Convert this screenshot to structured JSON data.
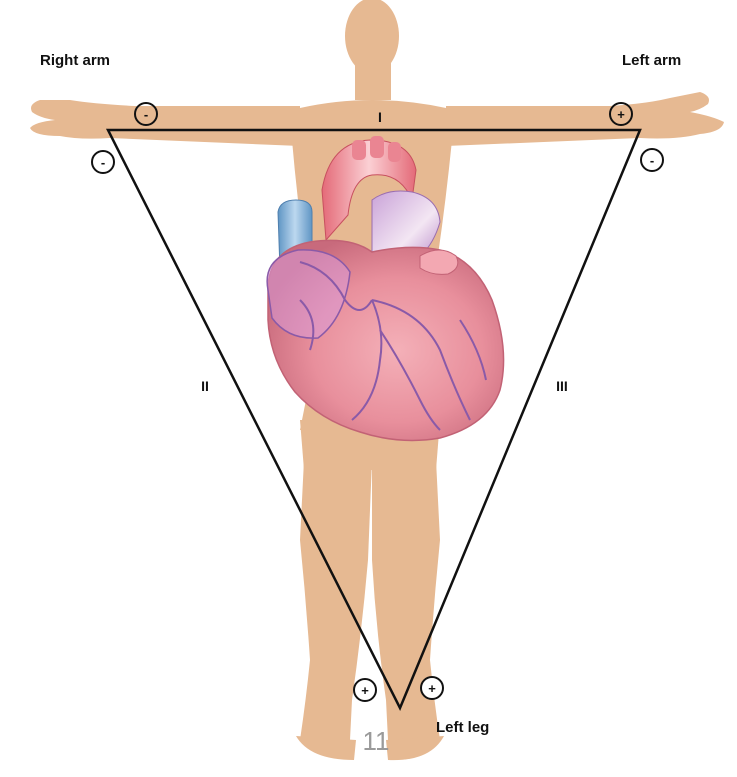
{
  "labels": {
    "right_arm": "Right arm",
    "left_arm": "Left arm",
    "left_leg": "Left leg"
  },
  "leads": {
    "lead1": "I",
    "lead2": "II",
    "lead3": "III"
  },
  "polarity": {
    "right_arm_upper": "-",
    "right_arm_lower": "-",
    "left_arm_upper": "+",
    "left_arm_lower": "-",
    "left_leg_left": "+",
    "left_leg_right": "+"
  },
  "slide_number": "11",
  "colors": {
    "skin": "#e6b992",
    "heart": "#e9939f",
    "heart_shadow": "#c9707f",
    "aorta": "#f0808a",
    "vena_cava": "#7fb0d6",
    "vessels": "#8a5aa8",
    "triangle": "#111111"
  }
}
